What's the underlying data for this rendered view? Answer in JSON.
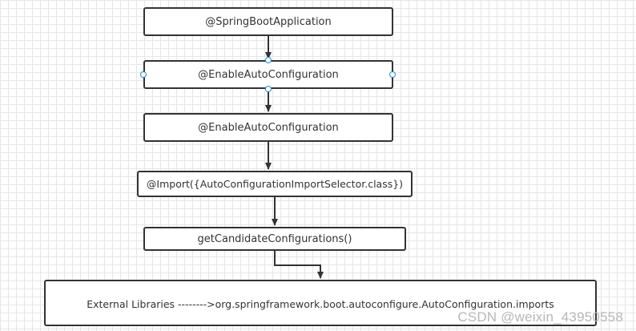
{
  "diagram": {
    "nodes": [
      {
        "id": "n1",
        "label": "@SpringBootApplication"
      },
      {
        "id": "n2",
        "label": "@EnableAutoConfiguration"
      },
      {
        "id": "n3",
        "label": "@EnableAutoConfiguration"
      },
      {
        "id": "n4",
        "label": "@Import({AutoConfigurationImportSelector.class})"
      },
      {
        "id": "n5",
        "label": "getCandidateConfigurations()"
      },
      {
        "id": "n6",
        "label": "External Libraries -------->org.springframework.boot.autoconfigure.AutoConfiguration.imports"
      }
    ],
    "edges": [
      {
        "from": "n1",
        "to": "n2"
      },
      {
        "from": "n2",
        "to": "n3"
      },
      {
        "from": "n3",
        "to": "n4"
      },
      {
        "from": "n4",
        "to": "n5"
      },
      {
        "from": "n5",
        "to": "n6"
      }
    ]
  },
  "watermark": "CSDN @weixin_43950558",
  "colors": {
    "line": "#333333",
    "handle": "#1e8fd6",
    "grid": "#e6e6e6",
    "watermark": "#b7b7b7"
  }
}
